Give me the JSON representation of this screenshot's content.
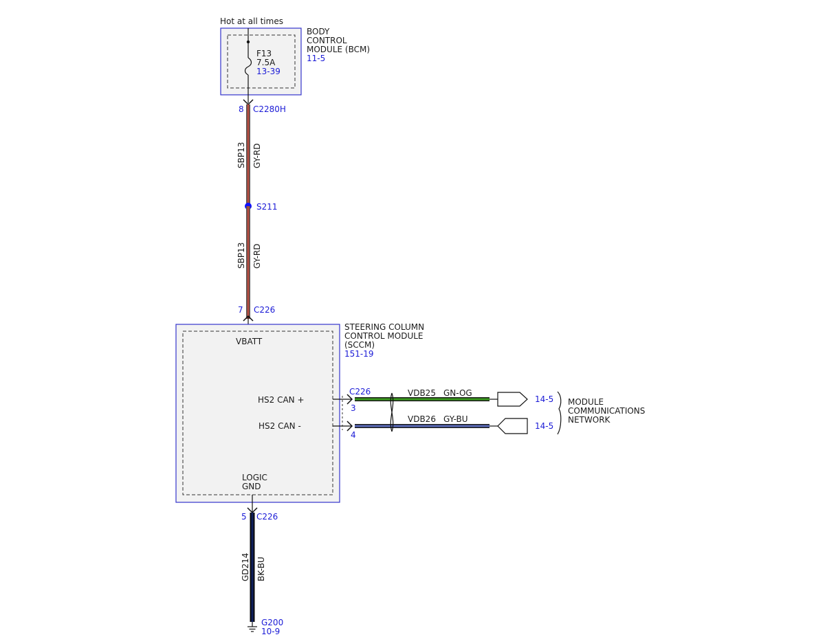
{
  "colors": {
    "ref": "#1a1ad6",
    "module_border": "#3333cc",
    "module_fill": "#f2f2f2",
    "wire_gy_rd": "#b24a3e",
    "wire_gn_og": "#3a9a1e",
    "wire_gy_bu": "#5a6ab8",
    "wire_bk_bu": "#10205e",
    "splice": "#1010ff"
  },
  "power": {
    "label": "Hot at all times"
  },
  "bcm": {
    "name_lines": [
      "BODY",
      "CONTROL",
      "MODULE (BCM)"
    ],
    "ref": "11-5",
    "fuse": {
      "name": "F13",
      "rating": "7.5A",
      "ref": "13-39"
    }
  },
  "c2280h": {
    "pin": "8",
    "connector": "C2280H"
  },
  "wire_upper": {
    "circuit": "SBP13",
    "color": "GY-RD"
  },
  "splice": {
    "name": "S211"
  },
  "wire_lower": {
    "circuit": "SBP13",
    "color": "GY-RD"
  },
  "c226_top": {
    "pin": "7",
    "connector": "C226"
  },
  "sccm": {
    "name_lines": [
      "STEERING COLUMN",
      "CONTROL MODULE",
      "(SCCM)"
    ],
    "ref": "151-19",
    "vbatt": "VBATT",
    "can_plus": "HS2 CAN +",
    "can_minus": "HS2 CAN -",
    "logic_gnd_lines": [
      "LOGIC",
      "GND"
    ]
  },
  "c226_can": {
    "connector": "C226",
    "pin_plus": "3",
    "pin_minus": "4"
  },
  "can_high": {
    "circuit": "VDB25",
    "color": "GN-OG",
    "ref": "14-5"
  },
  "can_low": {
    "circuit": "VDB26",
    "color": "GY-BU",
    "ref": "14-5"
  },
  "network": {
    "label_lines": [
      "MODULE",
      "COMMUNICATIONS",
      "NETWORK"
    ]
  },
  "c226_bottom": {
    "pin": "5",
    "connector": "C226"
  },
  "ground_wire": {
    "circuit": "GD214",
    "color": "BK-BU"
  },
  "ground": {
    "name": "G200",
    "ref": "10-9"
  }
}
